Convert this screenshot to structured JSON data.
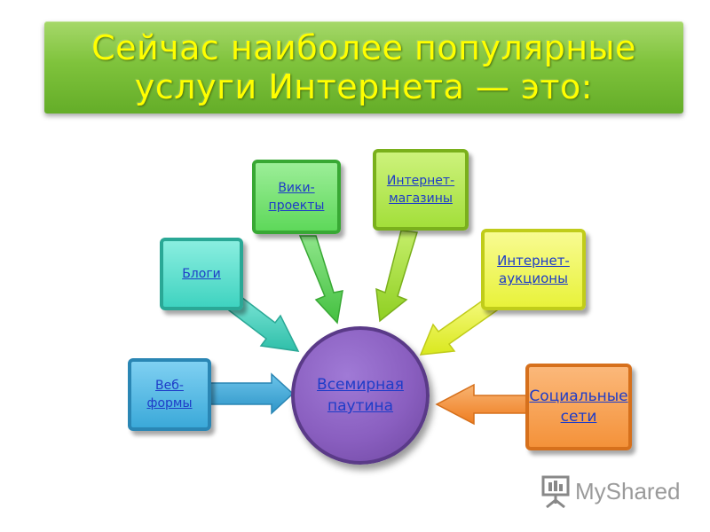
{
  "title": "Сейчас наиболее популярные\nуслуги Интернета — это:",
  "center": {
    "label": "Всемирная\nпаутина",
    "color": "#8a5fc0"
  },
  "nodes": [
    {
      "id": "veb-forumy",
      "label": "Веб-\nформы",
      "color": "#3ba9d9"
    },
    {
      "id": "blogi",
      "label": "Блоги",
      "color": "#3fd3c0"
    },
    {
      "id": "viki-proekty",
      "label": "Вики-\nпроекты",
      "color": "#5ed85a"
    },
    {
      "id": "internet-magaziny",
      "label": "Интернет-\nмагазины",
      "color": "#a3df3a"
    },
    {
      "id": "internet-auktsiony",
      "label": "Интернет-\nаукционы",
      "color": "#e8f23a"
    },
    {
      "id": "sotsialnye-seti",
      "label": "Социальные\nсети",
      "color": "#f4923a"
    }
  ],
  "logo": {
    "text": "MyShared",
    "icon": "presentation-board-icon"
  }
}
